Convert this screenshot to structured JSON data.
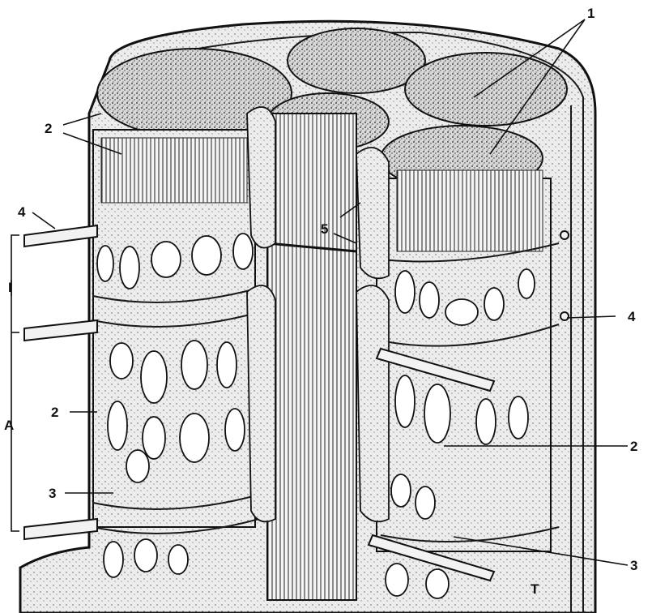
{
  "diagram": {
    "labels": {
      "l1": "1",
      "l2a": "2",
      "l2b": "2",
      "l2c": "2",
      "l3a": "3",
      "l3b": "3",
      "l4a": "4",
      "l4b": "4",
      "l5": "5",
      "lA": "A",
      "lI": "I",
      "lT": "T"
    }
  }
}
